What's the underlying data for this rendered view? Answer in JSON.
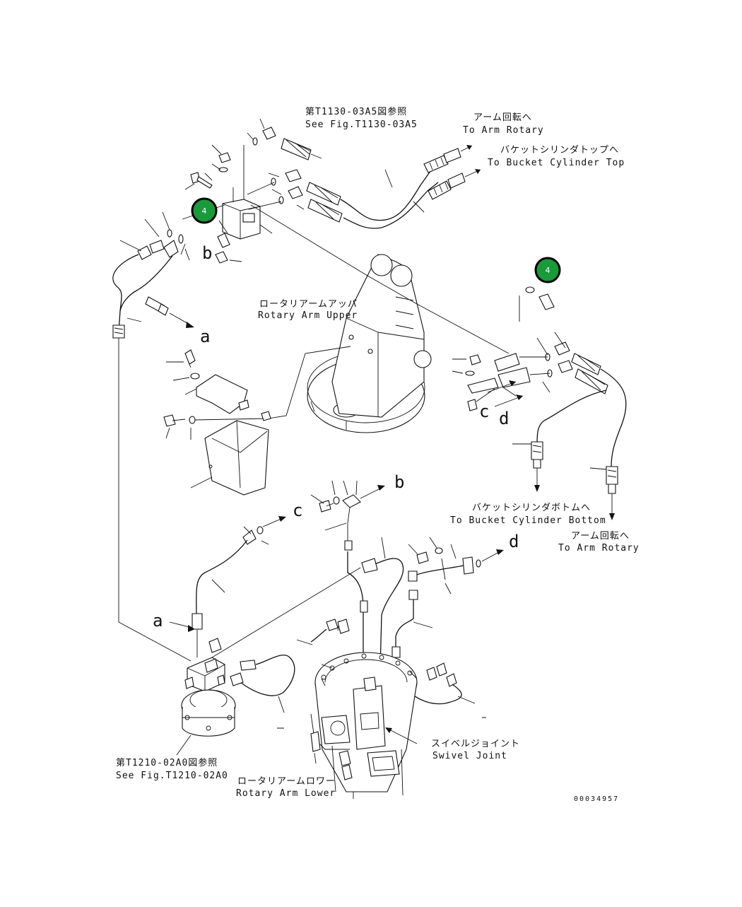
{
  "labels": {
    "ref_top_jp": "第T1130-03A5図参照",
    "ref_top_en": "See Fig.T1130-03A5",
    "arm_rotary_top_jp": "アーム回転へ",
    "arm_rotary_top_en": "To Arm Rotary",
    "bucket_top_jp": "バケットシリンダトップへ",
    "bucket_top_en": "To Bucket Cylinder Top",
    "rotary_upper_jp": "ロータリアームアッパ",
    "rotary_upper_en": "Rotary Arm Upper",
    "bucket_bottom_jp": "バケットシリンダボトムへ",
    "bucket_bottom_en": "To Bucket Cylinder Bottom",
    "arm_rotary_right_jp": "アーム回転へ",
    "arm_rotary_right_en": "To Arm Rotary",
    "swivel_jp": "スイベルジョイント",
    "swivel_en": "Swivel Joint",
    "ref_bottom_jp": "第T1210-02A0図参照",
    "ref_bottom_en": "See Fig.T1210-02A0",
    "rotary_lower_jp": "ロータリアームロワー",
    "rotary_lower_en": "Rotary Arm Lower",
    "drawing_number": "00034957"
  },
  "callouts": {
    "a": "a",
    "b": "b",
    "c": "c",
    "d": "d"
  },
  "badges": {
    "item_left": "4",
    "item_right": "4"
  },
  "colors": {
    "badge_fill": "#1a9a3a",
    "line": "#111111"
  }
}
